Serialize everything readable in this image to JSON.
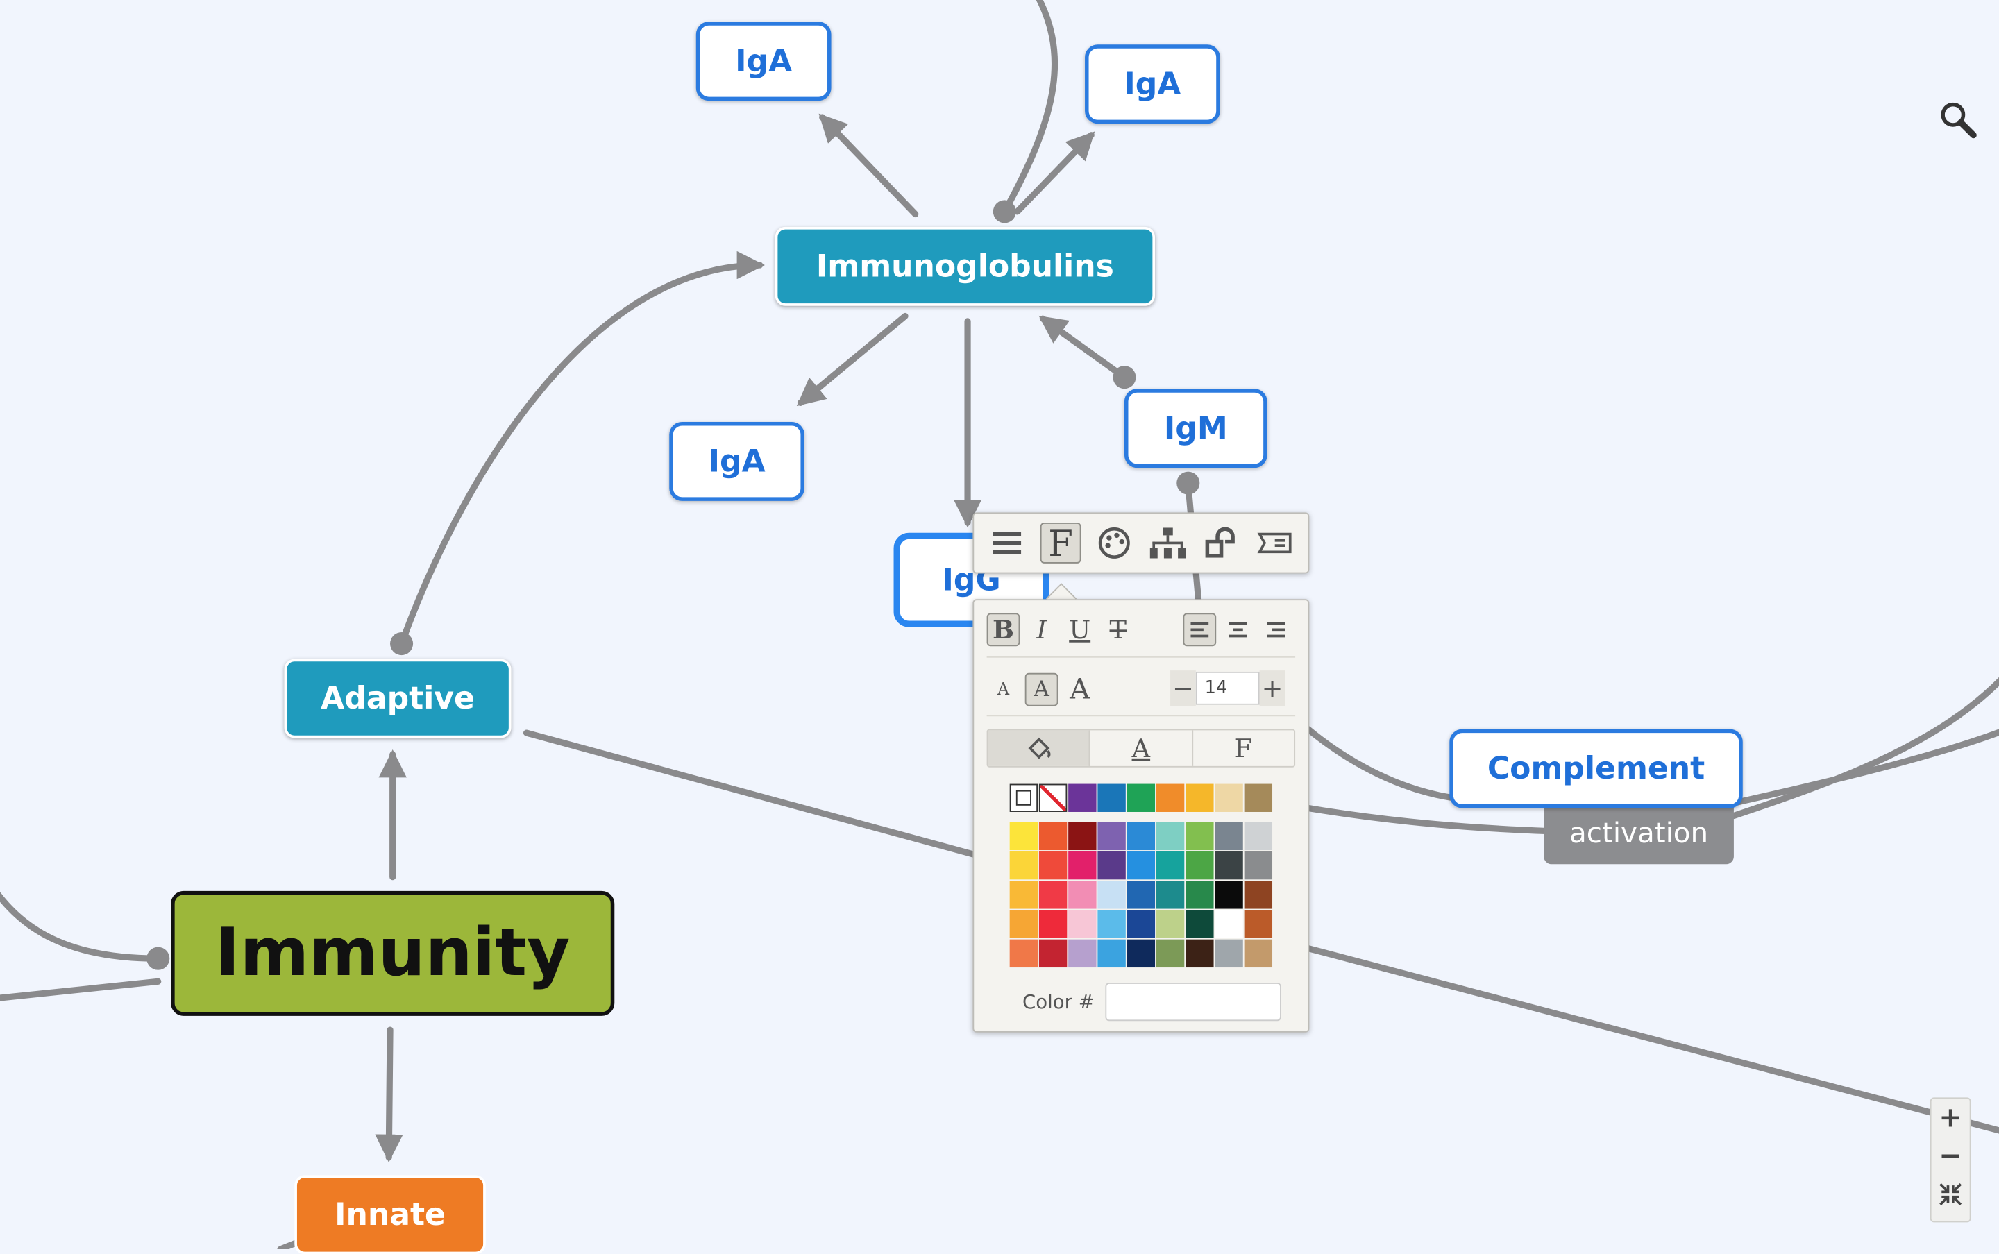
{
  "nodes": {
    "root": "Immunity",
    "immunoglobulins": "Immunoglobulins",
    "adaptive": "Adaptive",
    "innate": "Innate",
    "iga_top_left": "IgA",
    "iga_top_right": "IgA",
    "iga_left": "IgA",
    "igm": "IgM",
    "igg": "IgG",
    "complement": "Complement"
  },
  "relationship_label": "activation",
  "format_toolbar": {
    "tabs": [
      "menu-icon",
      "font-icon",
      "palette-icon",
      "structure-icon",
      "shape-icon",
      "label-icon"
    ],
    "active": "font-icon"
  },
  "format_panel": {
    "styles": {
      "bold": "B",
      "italic": "I",
      "underline": "U",
      "strike": "T"
    },
    "align": [
      "align-left-icon",
      "align-center-icon",
      "align-right-icon"
    ],
    "sizes": {
      "small": "A",
      "medium": "A",
      "large": "A"
    },
    "font_size": "14",
    "minus": "−",
    "plus": "+",
    "color_tabs": {
      "fill": "fill-icon",
      "text": "A",
      "font": "F"
    },
    "color_label": "Color #",
    "swatch_rows": [
      [
        "#ffffff",
        "none",
        "#6b3499",
        "#1a76b8",
        "#1fa356",
        "#f08c2a",
        "#f5b72a",
        "#eed7a5",
        "#a58a5a"
      ],
      [
        "#fce43a",
        "#ec5a2f",
        "#8b1414",
        "#7e62b0",
        "#2b8ad6",
        "#7ecfc3",
        "#82bf4f",
        "#7a8590",
        "#cfd2d4"
      ],
      [
        "#fbd538",
        "#ef4a3a",
        "#e2206a",
        "#5a3a8a",
        "#2590e0",
        "#16a39d",
        "#4ca645",
        "#3b4345",
        "#8a8c8e"
      ],
      [
        "#f9b936",
        "#f03a46",
        "#f28db4",
        "#c7e0f4",
        "#2167b2",
        "#1d8b8d",
        "#28894b",
        "#0b0b0b",
        "#8e4422"
      ],
      [
        "#f6a634",
        "#ee2a3a",
        "#f7c6d6",
        "#5bbbea",
        "#1b4796",
        "#bdd18a",
        "#0e4a3a",
        "#ffffff",
        "#bb5b29"
      ],
      [
        "#f07848",
        "#c32431",
        "#b6a0ce",
        "#3ba3e0",
        "#0f2a5c",
        "#7c9a57",
        "#3c2216",
        "#9fa6ab",
        "#c39a6b"
      ]
    ]
  },
  "zoom_controls": {
    "zoom_in": "+",
    "zoom_out": "−",
    "fit": "fit-icon"
  },
  "colors": {
    "background": "#f1f5fd",
    "link": "#8a8a8c",
    "node_border_blue": "#2b7be0",
    "teal": "#1f9bbd",
    "root_green": "#9cb73a",
    "innate_orange": "#ee7b24"
  }
}
